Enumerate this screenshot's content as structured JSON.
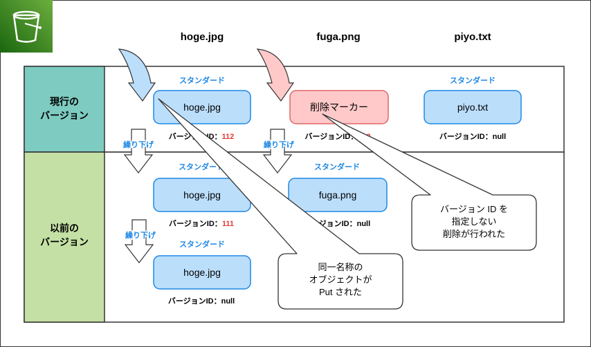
{
  "files": [
    "hoge.jpg",
    "fuga.png",
    "piyo.txt"
  ],
  "rows": {
    "current": [
      "現行の",
      "バージョン"
    ],
    "previous": [
      "以前の",
      "バージョン"
    ]
  },
  "storage_class": "スタンダード",
  "objects": {
    "hoge_current": {
      "name": "hoge.jpg",
      "version_prefix": "バージョンID：",
      "version_id": "112"
    },
    "fuga_current": {
      "name": "削除マーカー",
      "version_prefix": "バージョンID：",
      "version_id": "222"
    },
    "piyo_current": {
      "name": "piyo.txt",
      "version_prefix": "バージョンID：",
      "version_id": "null"
    },
    "hoge_prev1": {
      "name": "hoge.jpg",
      "version_prefix": "バージョンID：",
      "version_id": "111"
    },
    "fuga_prev": {
      "name": "fuga.png",
      "version_prefix": "バージョンID：",
      "version_id": "null"
    },
    "hoge_prev2": {
      "name": "hoge.jpg",
      "version_prefix": "バージョンID：",
      "version_id": "null"
    }
  },
  "push_down_label": "繰り下げ",
  "callouts": {
    "put": [
      "同一名称の",
      "オブジェクトが",
      "Put された"
    ],
    "delete": [
      "バージョン ID を",
      "指定しない",
      "削除が行われた"
    ]
  },
  "colors": {
    "s3_green": "#3f8624",
    "current_row": "#7ecbc1",
    "previous_row": "#c5e0a5",
    "object_fill": "#bbdefb",
    "object_stroke": "#1e88e5",
    "marker_fill": "#ffc9c9",
    "marker_stroke": "#e06666",
    "label_blue": "#1e88e5",
    "version_red": "#e53935"
  }
}
